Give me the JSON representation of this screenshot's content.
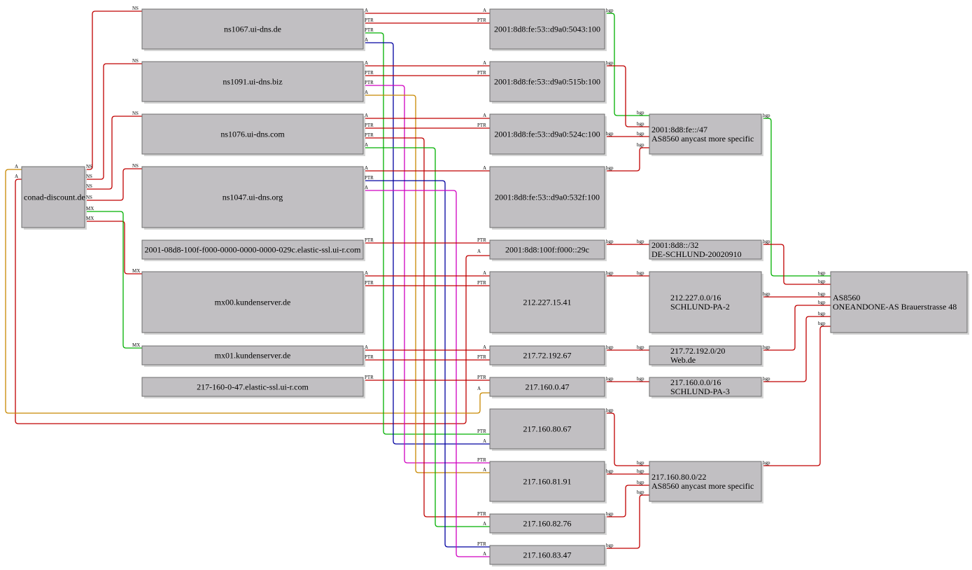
{
  "nodes": [
    {
      "id": "conad",
      "lines": [
        "conad-discount.de"
      ],
      "align": "left"
    },
    {
      "id": "ns1067",
      "lines": [
        "ns1067.ui-dns.de"
      ],
      "align": "center"
    },
    {
      "id": "ns1091",
      "lines": [
        "ns1091.ui-dns.biz"
      ],
      "align": "center"
    },
    {
      "id": "ns1076",
      "lines": [
        "ns1076.ui-dns.com"
      ],
      "align": "center"
    },
    {
      "id": "ns1047",
      "lines": [
        "ns1047.ui-dns.org"
      ],
      "align": "center"
    },
    {
      "id": "elastic6",
      "lines": [
        "2001-08d8-100f-f000-0000-0000-0000-029c.elastic-ssl.ui-r.com"
      ],
      "align": "center"
    },
    {
      "id": "mx00",
      "lines": [
        "mx00.kundenserver.de"
      ],
      "align": "center"
    },
    {
      "id": "mx01",
      "lines": [
        "mx01.kundenserver.de"
      ],
      "align": "center"
    },
    {
      "id": "elastic4",
      "lines": [
        "217-160-0-47.elastic-ssl.ui-r.com"
      ],
      "align": "center"
    },
    {
      "id": "ip5043",
      "lines": [
        "2001:8d8:fe:53::d9a0:5043:100"
      ],
      "align": "center"
    },
    {
      "id": "ip515b",
      "lines": [
        "2001:8d8:fe:53::d9a0:515b:100"
      ],
      "align": "center"
    },
    {
      "id": "ip524c",
      "lines": [
        "2001:8d8:fe:53::d9a0:524c:100"
      ],
      "align": "center"
    },
    {
      "id": "ip532f",
      "lines": [
        "2001:8d8:fe:53::d9a0:532f:100"
      ],
      "align": "center"
    },
    {
      "id": "ip29c",
      "lines": [
        "2001:8d8:100f:f000::29c"
      ],
      "align": "center"
    },
    {
      "id": "ip1541",
      "lines": [
        "212.227.15.41"
      ],
      "align": "center"
    },
    {
      "id": "ip19267",
      "lines": [
        "217.72.192.67"
      ],
      "align": "center"
    },
    {
      "id": "ip047",
      "lines": [
        "217.160.0.47"
      ],
      "align": "center"
    },
    {
      "id": "ip8067",
      "lines": [
        "217.160.80.67"
      ],
      "align": "center"
    },
    {
      "id": "ip8191",
      "lines": [
        "217.160.81.91"
      ],
      "align": "center"
    },
    {
      "id": "ip8276",
      "lines": [
        "217.160.82.76"
      ],
      "align": "center"
    },
    {
      "id": "ip8347",
      "lines": [
        "217.160.83.47"
      ],
      "align": "center"
    },
    {
      "id": "pfx47",
      "lines": [
        "2001:8d8:fe::/47",
        "AS8560 anycast more specific"
      ],
      "align": "left"
    },
    {
      "id": "pfx32",
      "lines": [
        "2001:8d8::/32",
        "DE-SCHLUND-20020910"
      ],
      "align": "left"
    },
    {
      "id": "pfx212",
      "lines": [
        "212.227.0.0/16",
        "SCHLUND-PA-2"
      ],
      "align": "left"
    },
    {
      "id": "pfx217_72",
      "lines": [
        "217.72.192.0/20",
        "Web.de"
      ],
      "align": "left"
    },
    {
      "id": "pfx217_160",
      "lines": [
        "217.160.0.0/16",
        "SCHLUND-PA-3"
      ],
      "align": "left"
    },
    {
      "id": "pfx217_80",
      "lines": [
        "217.160.80.0/22",
        "AS8560 anycast more specific"
      ],
      "align": "left"
    },
    {
      "id": "as8560",
      "lines": [
        "AS8560",
        "ONEANDONE-AS Brauerstrasse 48"
      ],
      "align": "left"
    }
  ],
  "edges": [
    {
      "from": "conad",
      "to": "ns1067",
      "label": "NS",
      "color": "#c00000"
    },
    {
      "from": "conad",
      "to": "ns1091",
      "label": "NS",
      "color": "#c00000"
    },
    {
      "from": "conad",
      "to": "ns1076",
      "label": "NS",
      "color": "#c00000"
    },
    {
      "from": "conad",
      "to": "ns1047",
      "label": "NS",
      "color": "#c00000"
    },
    {
      "from": "conad",
      "to": "mx00",
      "label": "MX",
      "color": "#c00000"
    },
    {
      "from": "conad",
      "to": "mx01",
      "label": "MX",
      "color": "#00b000"
    },
    {
      "from": "conad",
      "to": "ip29c",
      "label": "A",
      "color": "#c00000"
    },
    {
      "from": "conad",
      "to": "ip047",
      "label": "A",
      "color": "#c88800"
    },
    {
      "from": "ns1067",
      "to": "ip5043",
      "label": "A",
      "color": "#c00000"
    },
    {
      "from": "ns1067",
      "to": "ip5043",
      "label": "PTR",
      "color": "#c00000"
    },
    {
      "from": "ns1067",
      "to": "ip8067",
      "label": "PTR",
      "color": "#00b000"
    },
    {
      "from": "ns1067",
      "to": "ip8067",
      "label": "A",
      "color": "#0000a0"
    },
    {
      "from": "ns1091",
      "to": "ip515b",
      "label": "A",
      "color": "#c00000"
    },
    {
      "from": "ns1091",
      "to": "ip515b",
      "label": "PTR",
      "color": "#c00000"
    },
    {
      "from": "ns1091",
      "to": "ip8191",
      "label": "PTR",
      "color": "#d000c0"
    },
    {
      "from": "ns1091",
      "to": "ip8191",
      "label": "A",
      "color": "#c88800"
    },
    {
      "from": "ns1076",
      "to": "ip524c",
      "label": "A",
      "color": "#c00000"
    },
    {
      "from": "ns1076",
      "to": "ip524c",
      "label": "PTR",
      "color": "#c00000"
    },
    {
      "from": "ns1076",
      "to": "ip8276",
      "label": "PTR",
      "color": "#c00000"
    },
    {
      "from": "ns1076",
      "to": "ip8276",
      "label": "A",
      "color": "#00b000"
    },
    {
      "from": "ns1047",
      "to": "ip532f",
      "label": "A",
      "color": "#c00000"
    },
    {
      "from": "ns1047",
      "to": "ip8347",
      "label": "PTR",
      "color": "#0000a0"
    },
    {
      "from": "ns1047",
      "to": "ip8347",
      "label": "A",
      "color": "#d000c0"
    },
    {
      "from": "elastic6",
      "to": "ip29c",
      "label": "PTR",
      "color": "#c00000"
    },
    {
      "from": "mx00",
      "to": "ip1541",
      "label": "A",
      "color": "#c00000"
    },
    {
      "from": "mx00",
      "to": "ip1541",
      "label": "PTR",
      "color": "#c00000"
    },
    {
      "from": "mx01",
      "to": "ip19267",
      "label": "A",
      "color": "#c00000"
    },
    {
      "from": "mx01",
      "to": "ip19267",
      "label": "PTR",
      "color": "#c00000"
    },
    {
      "from": "elastic4",
      "to": "ip047",
      "label": "PTR",
      "color": "#c00000"
    },
    {
      "from": "ip5043",
      "to": "pfx47",
      "label": "bgp",
      "color": "#00b000"
    },
    {
      "from": "ip515b",
      "to": "pfx47",
      "label": "bgp",
      "color": "#c00000"
    },
    {
      "from": "ip524c",
      "to": "pfx47",
      "label": "bgp",
      "color": "#c00000"
    },
    {
      "from": "ip532f",
      "to": "pfx47",
      "label": "bgp",
      "color": "#c00000"
    },
    {
      "from": "ip29c",
      "to": "pfx32",
      "label": "bgp",
      "color": "#c00000"
    },
    {
      "from": "ip1541",
      "to": "pfx212",
      "label": "bgp",
      "color": "#c00000"
    },
    {
      "from": "ip19267",
      "to": "pfx217_72",
      "label": "bgp",
      "color": "#c00000"
    },
    {
      "from": "ip047",
      "to": "pfx217_160",
      "label": "bgp",
      "color": "#c00000"
    },
    {
      "from": "ip8067",
      "to": "pfx217_80",
      "label": "bgp",
      "color": "#c00000"
    },
    {
      "from": "ip8191",
      "to": "pfx217_80",
      "label": "bgp",
      "color": "#c00000"
    },
    {
      "from": "ip8276",
      "to": "pfx217_80",
      "label": "bgp",
      "color": "#c00000"
    },
    {
      "from": "ip8347",
      "to": "pfx217_80",
      "label": "bgp",
      "color": "#c00000"
    },
    {
      "from": "pfx47",
      "to": "as8560",
      "label": "bgp",
      "color": "#00b000"
    },
    {
      "from": "pfx32",
      "to": "as8560",
      "label": "bgp",
      "color": "#c00000"
    },
    {
      "from": "pfx212",
      "to": "as8560",
      "label": "bgp",
      "color": "#c00000"
    },
    {
      "from": "pfx217_72",
      "to": "as8560",
      "label": "bgp",
      "color": "#c00000"
    },
    {
      "from": "pfx217_160",
      "to": "as8560",
      "label": "bgp",
      "color": "#c00000"
    },
    {
      "from": "pfx217_80",
      "to": "as8560",
      "label": "bgp",
      "color": "#c00000"
    }
  ]
}
